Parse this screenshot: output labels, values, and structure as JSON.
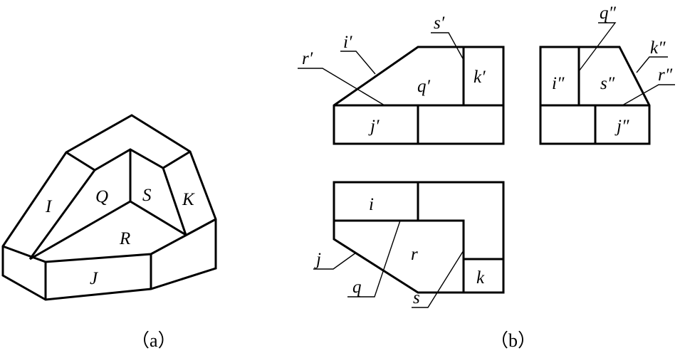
{
  "colors": {
    "ink": "#000000",
    "background": "#ffffff"
  },
  "captions": {
    "a": "（a）",
    "b": "（b）"
  },
  "iso_labels": {
    "I": "I",
    "Q": "Q",
    "S": "S",
    "K": "K",
    "R": "R",
    "J": "J"
  },
  "front_view": {
    "i": "i′",
    "r": "r′",
    "s": "s′",
    "q": "q′",
    "k": "k′",
    "j": "j′"
  },
  "side_view": {
    "q": "q″",
    "k": "k″",
    "r": "r″",
    "i": "i″",
    "s": "s″",
    "j": "j″"
  },
  "top_view": {
    "i": "i",
    "r": "r",
    "k": "k",
    "j": "j",
    "q": "q",
    "s": "s"
  }
}
